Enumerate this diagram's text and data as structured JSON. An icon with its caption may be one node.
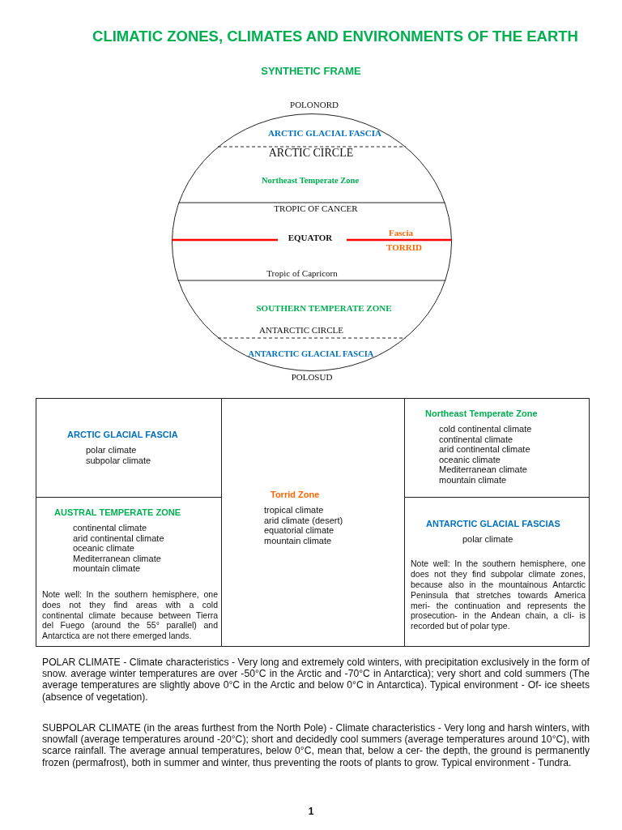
{
  "diagram": {
    "title": "CLIMATIC ZONES, CLIMATES AND ENVIRONMENTS OF THE EARTH",
    "nodes": [
      {
        "text": [
          "ARCTIC GLACIAL FASCIA",
          "ARCTIC CIRCLE",
          "Northeast Temperate Zone",
          "TROPIC OF CANCER",
          "EQUATOR",
          "Fascia",
          "TORRID",
          "Tropic of Capricorn",
          "SOUTHERN TEMPERATE ZONE",
          "ANTARCTIC CIRCLE",
          "ANTARCTIC GLACIAL FASCIA"
        ],
        "beside": [
          "POLONORD",
          "POLOSUD"
        ]
      },
      {
        "text": [
          "ARCTIC GLACIAL FASCIA",
          "polar climate",
          "subpolar climate"
        ]
      },
      {
        "text": [
          "Torrid Zone",
          "tropical climate",
          "arid climate (desert)",
          "equatorial climate",
          "mountain climate"
        ]
      },
      {
        "text": [
          "Northeast Temperate Zone",
          "cold continental climate",
          "continental climate",
          "arid continental climate",
          "oceanic climate",
          "Mediterranean climate",
          "mountain climate"
        ]
      },
      {
        "text": [
          "AUSTRAL TEMPERATE ZONE",
          "continental climate",
          "arid continental climate",
          "oceanic climate",
          "Mediterranean climate",
          "mountain climate",
          "Note well: In the southern hemisphere, one does not they find areas with a cold continental climate because between Tierra del Fuego (around the 55° parallel) and Antarctica are not there emerged lands."
        ]
      },
      {
        "text": [
          "ANTARCTIC GLACIAL FASCIAS",
          "polar climate",
          "Note well: In the southern hemisphere, one does not they find subpolar climate zones, because also in the mountainous Antarctic Peninsula that stretches towards America meri- the continuation and represents the prosecution- in the Andean chain, a cli- is recorded but of polar type."
        ]
      }
    ],
    "labels": [
      "SYNTHETIC FRAME",
      "POLAR CLIMATE - Climate characteristics - Very long and extremely cold winters, with precipitation exclusively in the form of snow. average winter temperatures are over -50°C in the Arctic and -70°C in Antarctica); very short and cold summers (The average temperatures are slightly above 0°C in the Arctic and below 0°C in Antarctica). Typical environment - Of- ice sheets (absence of vegetation).",
      "SUBPOLAR CLIMATE (in the areas furthest from the North Pole) - Climate characteristics - Very long and harsh winters, with snowfall (average temperatures around -20°C); short and decidedly cool summers (average temperatures around 10°C), with scarce rainfall. The average annual temperatures, below 0°C, mean that, below a cer- the depth, the ground is permanently frozen (permafrost), both in summer and winter, thus preventing the roots of plants to grow. Typical environment - Tundra.",
      "1"
    ]
  }
}
